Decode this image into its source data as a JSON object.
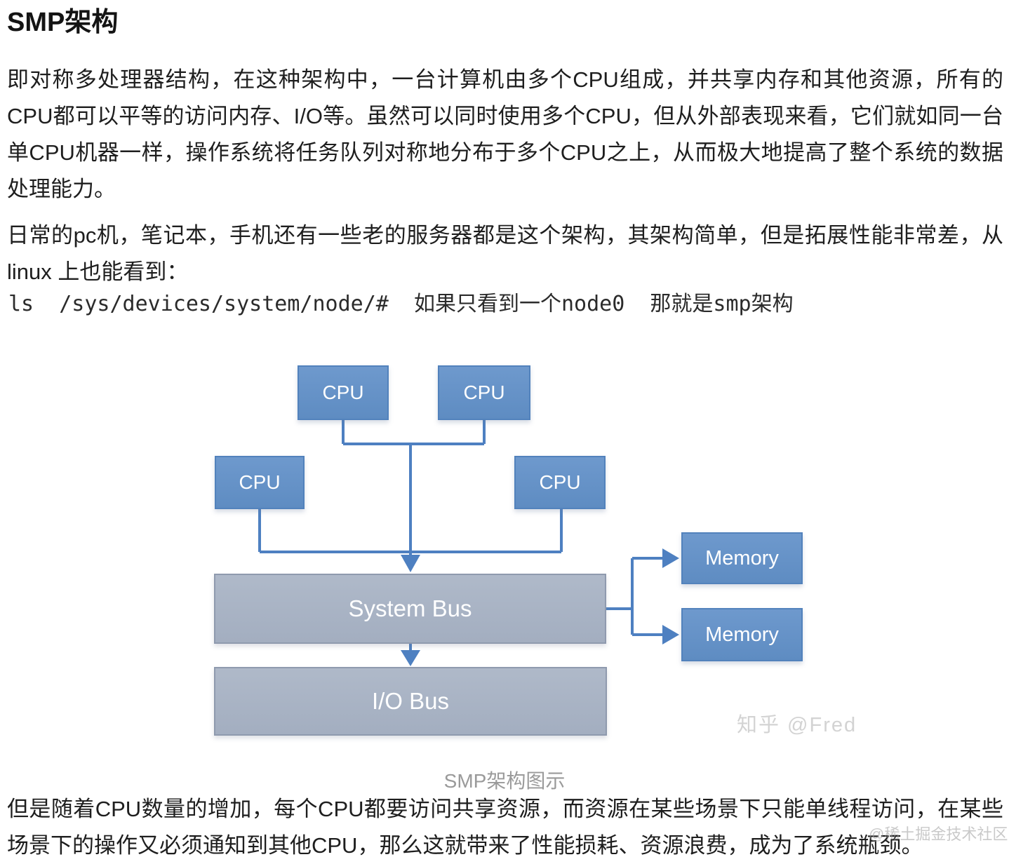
{
  "article": {
    "title": "SMP架构",
    "paragraph_intro": "即对称多处理器结构，在这种架构中，一台计算机由多个CPU组成，并共享内存和其他资源，所有的CPU都可以平等的访问内存、I/O等。虽然可以同时使用多个CPU，但从外部表现来看，它们就如同一台单CPU机器一样，操作系统将任务队列对称地分布于多个CPU之上，从而极大地提高了整个系统的数据处理能力。",
    "paragraph_examples": "日常的pc机，笔记本，手机还有一些老的服务器都是这个架构，其架构简单，但是拓展性能非常差，从linux 上也能看到：",
    "code_line": "ls  /sys/devices/system/node/#  如果只看到一个node0  那就是smp架构",
    "paragraph_drawback": "但是随着CPU数量的增加，每个CPU都要访问共享资源，而资源在某些场景下只能单线程访问，在某些场景下的操作又必须通知到其他CPU，那么这就带来了性能损耗、资源浪费，成为了系统瓶颈。",
    "watermark_community": "@稀土掘金技术社区"
  },
  "diagram": {
    "caption": "SMP架构图示",
    "watermark": "知乎 @Fred",
    "boxes": {
      "cpu": "CPU",
      "system_bus": "System Bus",
      "io_bus": "I/O Bus",
      "memory": "Memory"
    },
    "colors": {
      "node_fill": "#6393c9",
      "node_border": "#5282bc",
      "bus_fill": "#a9b3c4",
      "bus_border": "#8f9aae",
      "connector_line": "#4e80c1",
      "caption_text": "#9a9a9a",
      "watermark_text": "#d3d3d3"
    }
  }
}
